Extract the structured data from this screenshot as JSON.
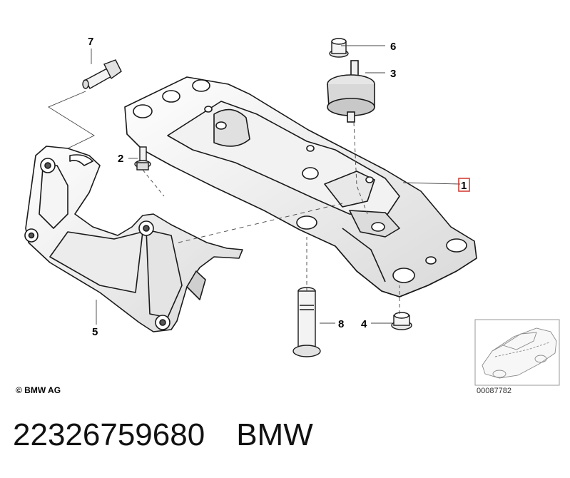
{
  "callouts": [
    {
      "id": "1",
      "label": "1",
      "highlight_color": "#d0342c"
    },
    {
      "id": "2",
      "label": "2"
    },
    {
      "id": "3",
      "label": "3"
    },
    {
      "id": "4",
      "label": "4"
    },
    {
      "id": "5",
      "label": "5"
    },
    {
      "id": "6",
      "label": "6"
    },
    {
      "id": "7",
      "label": "7"
    },
    {
      "id": "8",
      "label": "8"
    }
  ],
  "copyright": "© BMW AG",
  "diagram_number": "00087782",
  "part_number": "22326759680",
  "brand": "BMW",
  "colors": {
    "line": "#1a1a1a",
    "shade": "#e6e6e6",
    "highlight": "#d0342c"
  }
}
